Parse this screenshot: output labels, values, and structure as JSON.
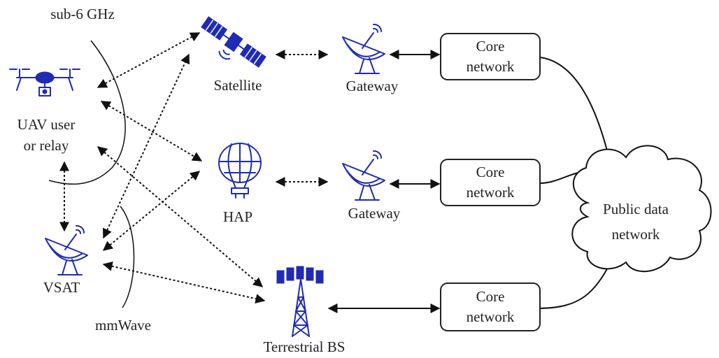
{
  "labels": {
    "sub6": "sub-6 GHz",
    "mmwave": "mmWave",
    "uav_line1": "UAV user",
    "uav_line2": "or relay",
    "vsat": "VSAT",
    "satellite": "Satellite",
    "hap": "HAP",
    "terrestrial_bs": "Terrestrial BS",
    "gateway_top": "Gateway",
    "gateway_mid": "Gateway",
    "public_line1": "Public data",
    "public_line2": "network"
  },
  "core_boxes": [
    {
      "line1": "Core",
      "line2": "network"
    },
    {
      "line1": "Core",
      "line2": "network"
    },
    {
      "line1": "Core",
      "line2": "network"
    }
  ],
  "icons": [
    "drone-icon",
    "satellite-icon",
    "dish-antenna-icon",
    "balloon-icon",
    "cell-tower-icon",
    "cloud-icon"
  ],
  "colors": {
    "icon": "#1f2bb3",
    "line": "#111111"
  }
}
